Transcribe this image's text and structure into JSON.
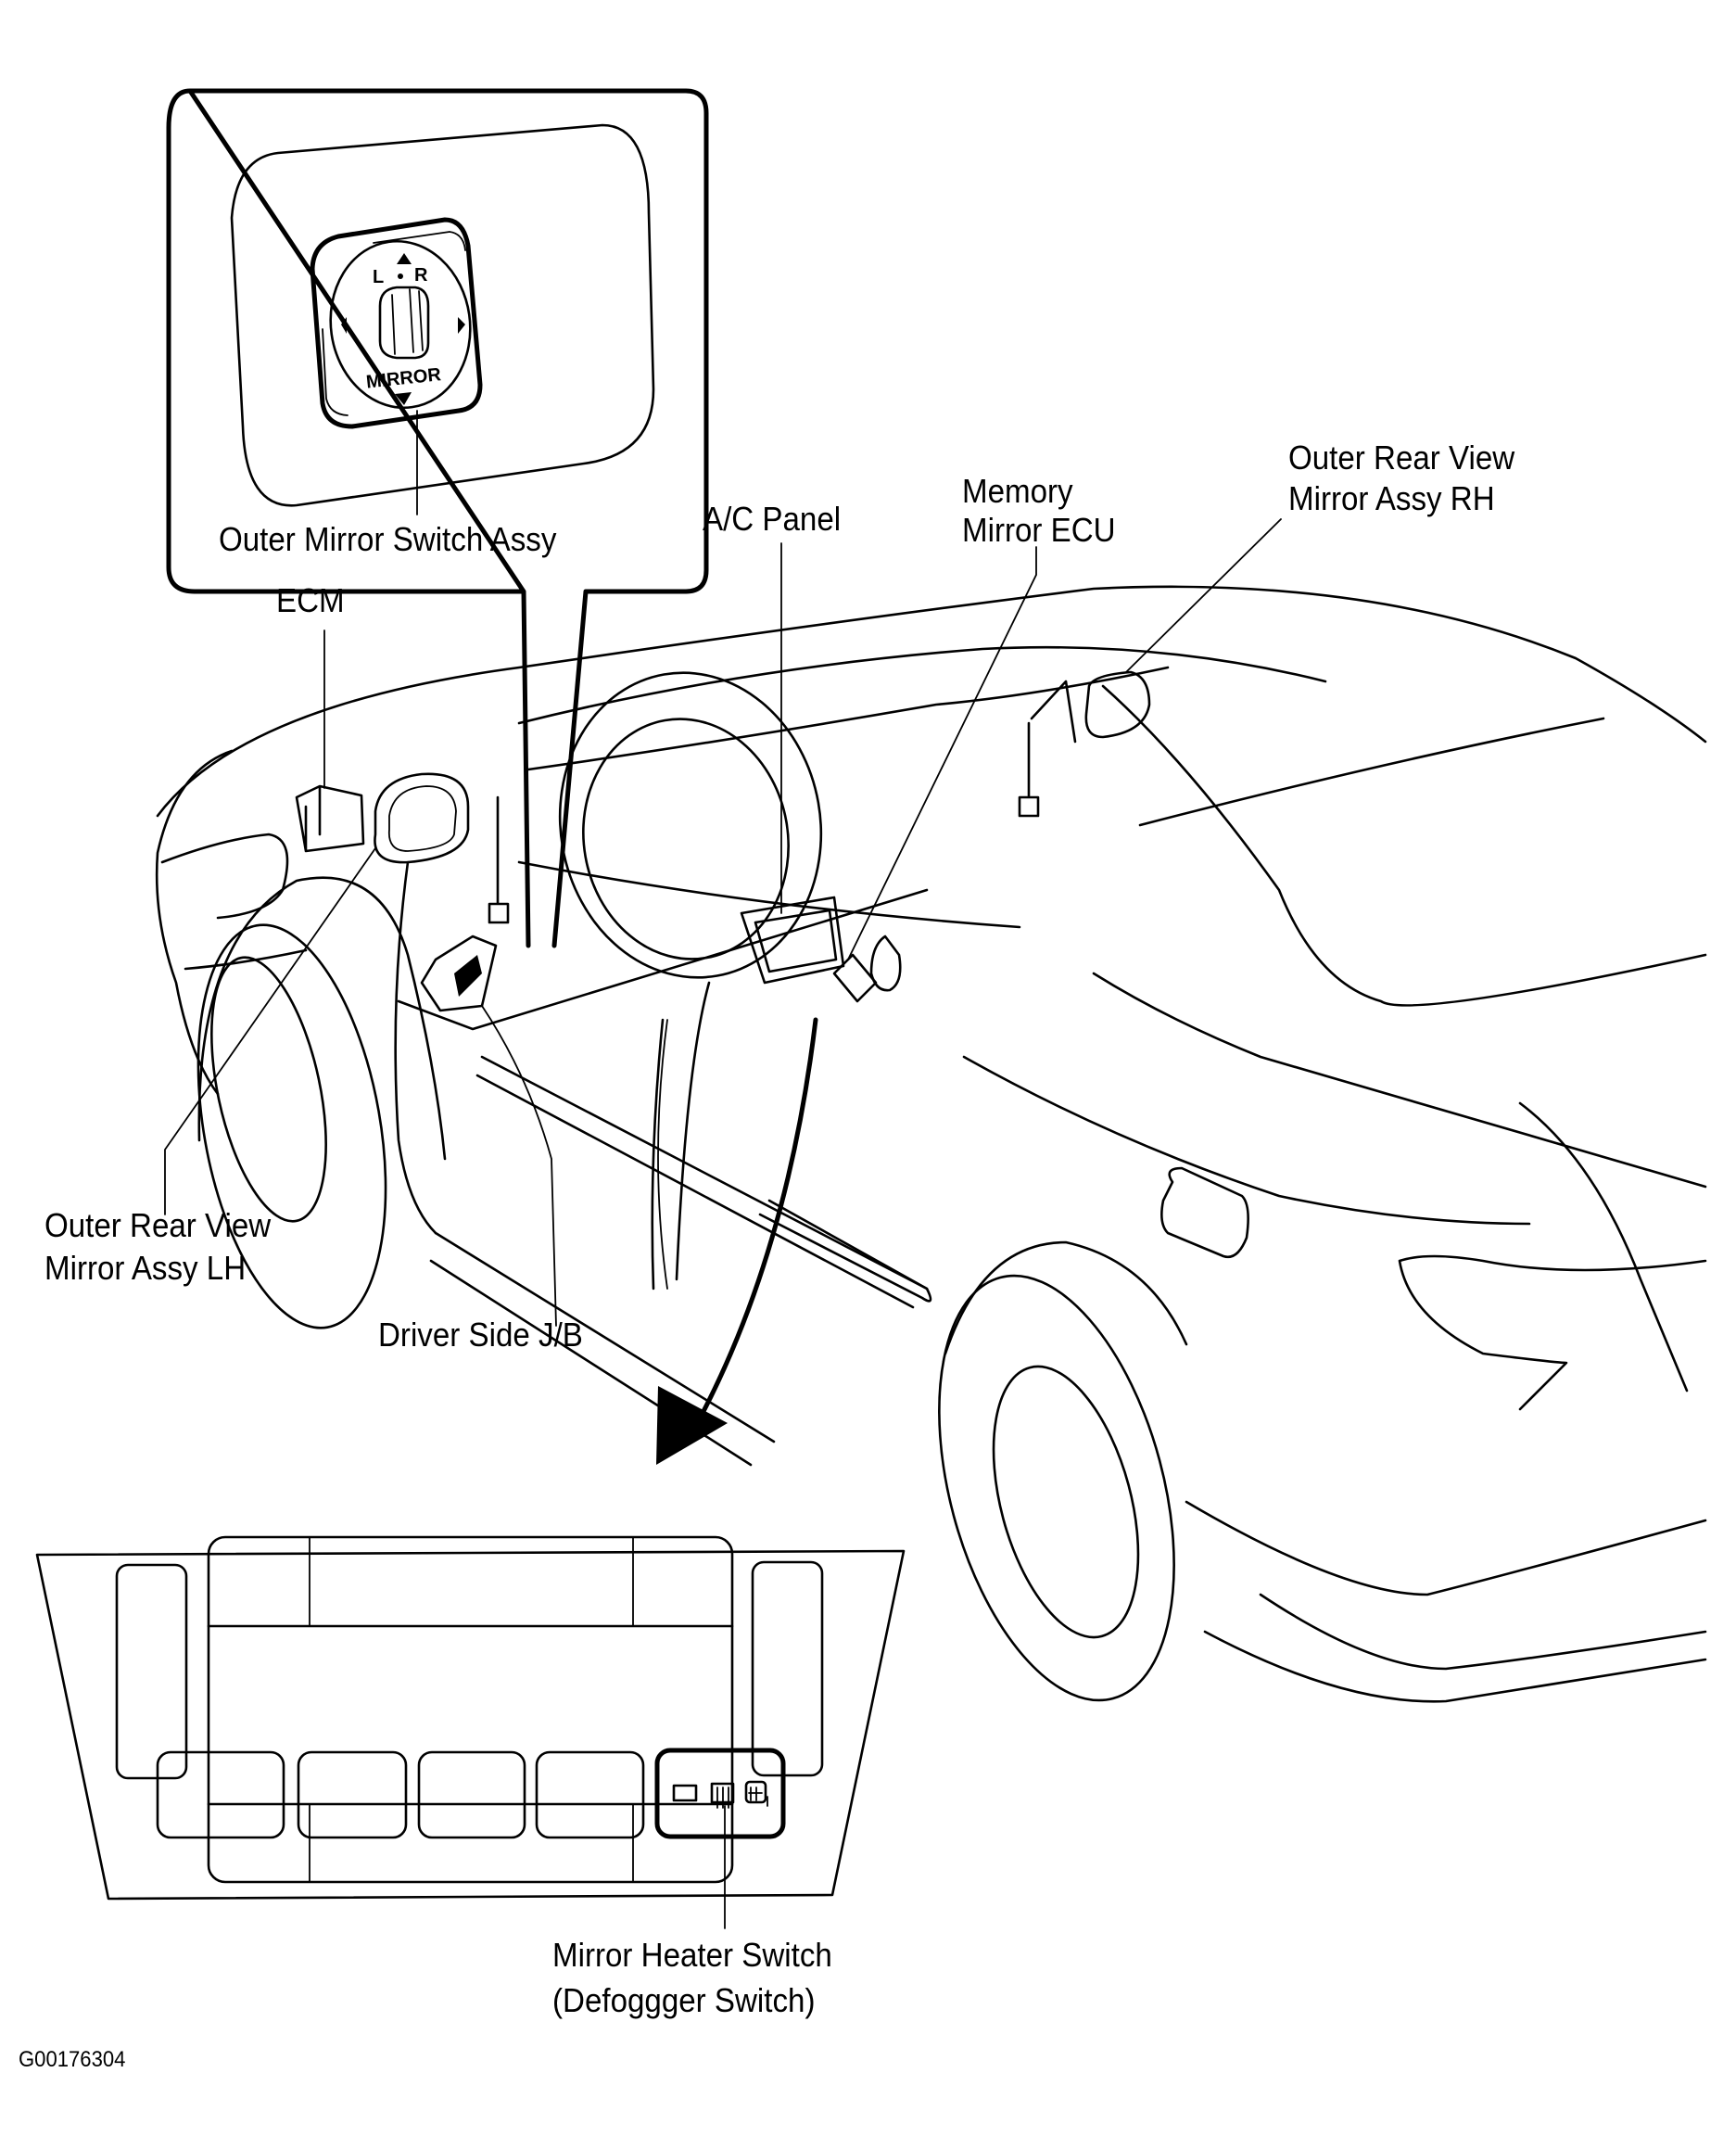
{
  "figure_id": "G00176304",
  "inset_switch": {
    "label": "Outer Mirror Switch Assy",
    "switch_text": "MIRROR",
    "left_mark": "L",
    "right_mark": "R"
  },
  "labels": {
    "ecm": "ECM",
    "ac_panel": "A/C Panel",
    "memory_ecu_line1": "Memory",
    "memory_ecu_line2": "Mirror ECU",
    "mirror_rh_line1": "Outer Rear View",
    "mirror_rh_line2": "Mirror Assy RH",
    "mirror_lh_line1": "Outer Rear View",
    "mirror_lh_line2": "Mirror Assy LH",
    "driver_jb": "Driver Side J/B",
    "heater_switch_line1": "Mirror  Heater  Switch",
    "heater_switch_line2": "(Defoggger Switch)"
  },
  "ac_panel_detail": {
    "button_count": 5,
    "highlighted_button_icons": [
      "rectangle-indicator-icon",
      "rear-defogger-icon",
      "mirror-heater-icon"
    ]
  }
}
